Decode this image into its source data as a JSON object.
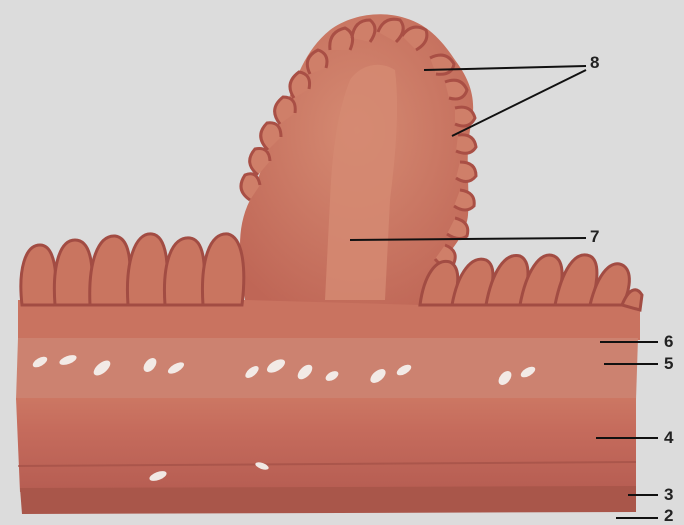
{
  "figure": {
    "background_color": "#dcdcdc",
    "tissue_colors": {
      "villus": "#c8705e",
      "villus_core": "#d58a72",
      "submucosa": "#c46a5c",
      "muscularis": "#bd6256",
      "outer_band": "#a85549",
      "vessel_gaps": "#f4f0ec"
    },
    "labels": {
      "l8": "8",
      "l7": "7",
      "l6": "6",
      "l5": "5",
      "l4": "4",
      "l3": "3",
      "l2": "2"
    }
  }
}
